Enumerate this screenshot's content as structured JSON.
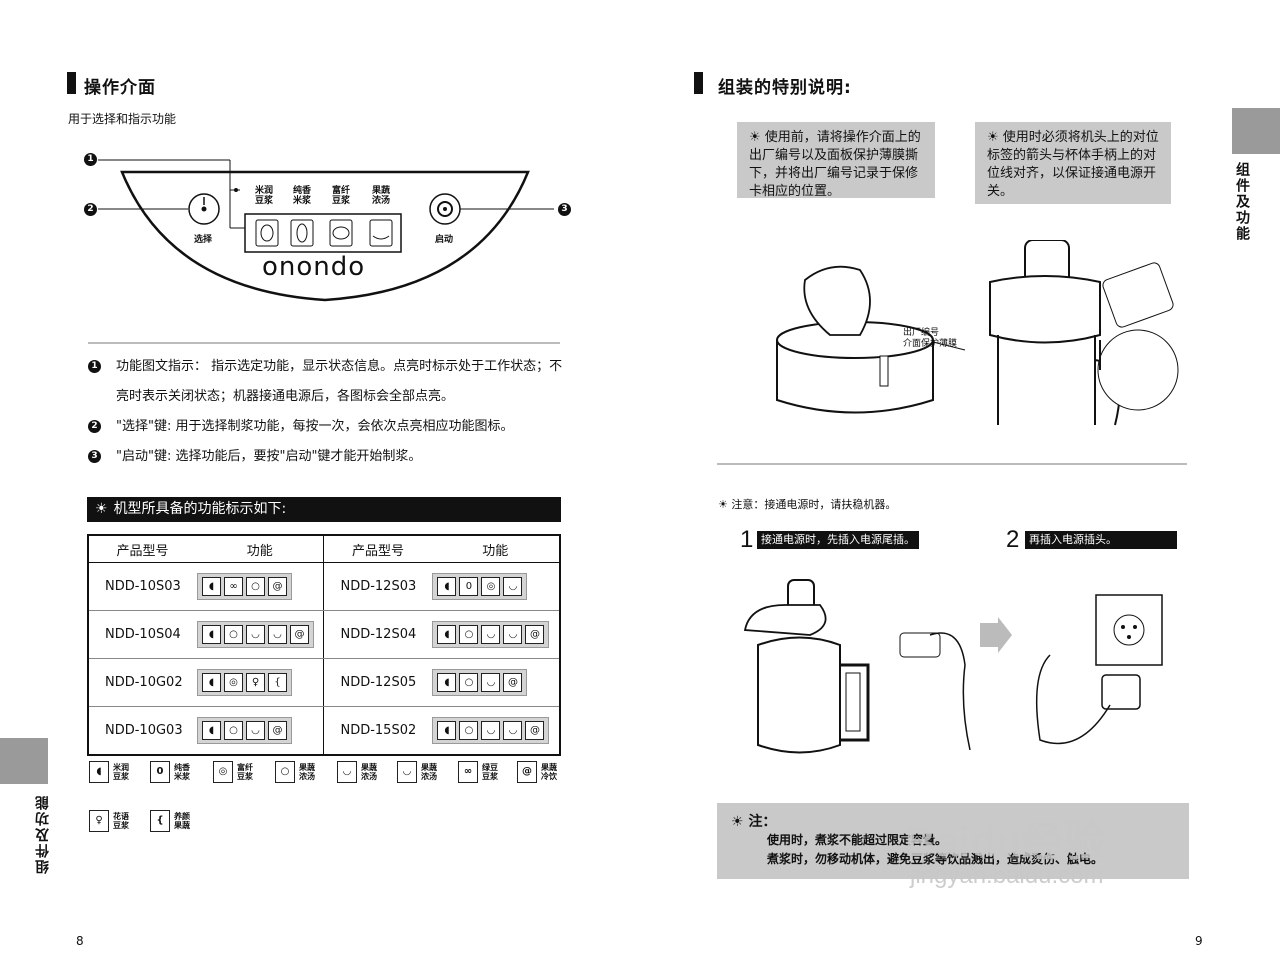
{
  "left": {
    "section_title": "操作介面",
    "subtitle": "用于选择和指示功能",
    "panel": {
      "callouts": [
        "1",
        "2",
        "3"
      ],
      "labels": [
        {
          "text": "米润\n豆浆"
        },
        {
          "text": "纯香\n米浆"
        },
        {
          "text": "富纤\n豆浆"
        },
        {
          "text": "果蔬\n浓汤"
        }
      ],
      "select_label": "选择",
      "start_label": "启动",
      "brand": "onondo"
    },
    "descriptions": [
      {
        "num": "1",
        "text": "功能图文指示： 指示选定功能，显示状态信息。点亮时标示处于工作状态；不亮时表示关闭状态；机器接通电源后，各图标会全部点亮。"
      },
      {
        "num": "2",
        "text": "\"选择\"键: 用于选择制浆功能，每按一次，会依次点亮相应功能图标。"
      },
      {
        "num": "3",
        "text": "\"启动\"键: 选择功能后，要按\"启动\"键才能开始制浆。"
      }
    ],
    "banner": "机型所具备的功能标示如下:",
    "table": {
      "headers": [
        "产品型号",
        "功能",
        "产品型号",
        "功能"
      ],
      "rows": [
        {
          "a": "NDD-10S03",
          "b": "NDD-12S03"
        },
        {
          "a": "NDD-10S04",
          "b": "NDD-12S04"
        },
        {
          "a": "NDD-10G02",
          "b": "NDD-12S05"
        },
        {
          "a": "NDD-10G03",
          "b": "NDD-15S02"
        }
      ]
    },
    "legend": [
      {
        "l1": "米润",
        "l2": "豆浆"
      },
      {
        "l1": "纯香",
        "l2": "米浆"
      },
      {
        "l1": "富纤",
        "l2": "豆浆"
      },
      {
        "l1": "果蔬",
        "l2": "浓汤"
      },
      {
        "l1": "果蔬",
        "l2": "浓汤"
      },
      {
        "l1": "果蔬",
        "l2": "浓汤"
      },
      {
        "l1": "绿豆",
        "l2": "豆浆"
      },
      {
        "l1": "果蔬",
        "l2": "冷饮"
      },
      {
        "l1": "花语",
        "l2": "豆浆"
      },
      {
        "l1": "养颜",
        "l2": "果蔬"
      }
    ],
    "side_label": "组件及功能",
    "page": "8"
  },
  "right": {
    "section_title": "组装的特别说明:",
    "tip1": "使用前，请将操作介面上的出厂编号以及面板保护薄膜撕下，并将出厂编号记录于保修卡相应的位置。",
    "tip2": "使用时必须将机头上的对位标签的箭头与杯体手柄上的对位线对齐，以保证接通电源开关。",
    "fig_label1": "出厂编号",
    "fig_label2": "介面保护薄膜",
    "notice": "注意：接通电源时，请扶稳机器。",
    "step1_num": "1",
    "step1": "接通电源时，先插入电源尾插。",
    "step2_num": "2",
    "step2": "再插入电源插头。",
    "note_title": "注：",
    "note_line1": "使用时，煮浆不能超过限定容量。",
    "note_line2": "煮浆时，勿移动机体，避免豆浆等饮品溅出，造成烫伤、触电。",
    "side_label": "组件及功能",
    "page": "9",
    "watermark1": "Baidu经验",
    "watermark2": "jingyan.baidu.com"
  }
}
